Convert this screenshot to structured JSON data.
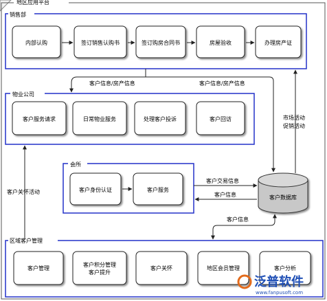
{
  "platform_title": "地区应用平台",
  "groups": {
    "sales": {
      "label": "销售部",
      "boxes": [
        "内部认购",
        "签订销售认购书",
        "签订购房合同书",
        "房屋验收",
        "办理房产证"
      ]
    },
    "property": {
      "label": "物业公司",
      "boxes": [
        "客户服务请求",
        "日常物业服务",
        "处理客户投诉",
        "客户回访"
      ]
    },
    "club": {
      "label": "会所",
      "boxes": [
        "客户身份认证",
        "客户服务"
      ]
    },
    "regional": {
      "label": "区域客户管理",
      "boxes": [
        "客户管理",
        "客户积分管理\n客户提升",
        "客户关怀",
        "地区会员管理",
        "客户分析"
      ]
    }
  },
  "database": "客户数据库",
  "edges": {
    "sales_to_property": "客户信息/房产信息",
    "sales_to_db": "客户信息/房产信息",
    "db_to_sales": "市场活动\n促销活动",
    "club_to_db": "客户交易信息",
    "db_to_club": "客户信息",
    "db_regional": "客户信息",
    "regional_to_property": "客户关怀活动"
  },
  "watermark": {
    "brand": "泛普软件",
    "url": "www.fanpusoft.com"
  }
}
